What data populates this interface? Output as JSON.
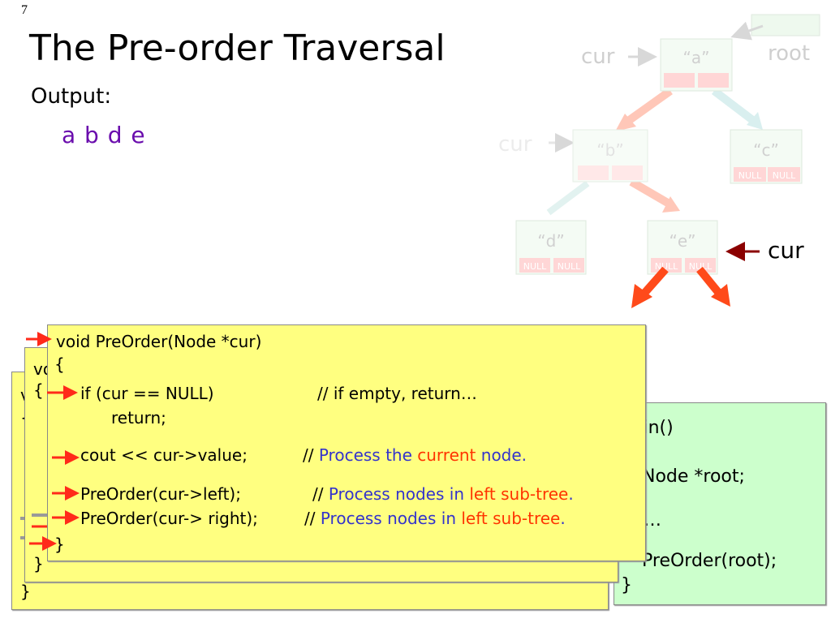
{
  "slide_number": "7",
  "title": "The Pre-order Traversal",
  "output_label": "Output:",
  "output_value": "a b d e",
  "tree": {
    "root_label": "root",
    "cur_label": "cur",
    "null_label": "NULL",
    "nodes": {
      "a": "“a”",
      "b": "“b”",
      "c": "“c”",
      "d": "“d”",
      "e": "“e”"
    }
  },
  "main_box": {
    "lines": [
      "ain()",
      "Node *root;",
      "…",
      "PreOrder(root);",
      "}"
    ]
  },
  "back_frames": {
    "frame2": {
      "line1": "v",
      "line2": "{",
      "line3": "}",
      "line4": "}"
    },
    "frame1": {
      "line1": "vo",
      "line2": "{",
      "line3": "}"
    }
  },
  "code": {
    "line1": "void PreOrder(Node *cur)",
    "line2": "{",
    "line3_code": "if (cur == NULL)",
    "line3_comment": "// if empty, return…",
    "line4": "return;",
    "line5_code": "cout << cur->value;",
    "line5_c1": "// ",
    "line5_c2": "Process the ",
    "line5_c3": "current",
    "line5_c4": " node.",
    "line6_code": "PreOrder(cur->left);",
    "line6_c1": "// ",
    "line6_c2": "Process nodes in ",
    "line6_c3": "left sub-tree",
    "line6_c4": ".",
    "line7_code": "PreOrder(cur-> right);",
    "line7_c1": "// ",
    "line7_c2": "Process nodes in ",
    "line7_c3": "left sub-tree",
    "line7_c4": ".",
    "line8": "}"
  },
  "colors": {
    "comment_blue": "#3333cc",
    "comment_red": "#ff3300",
    "output_purple": "#6a0dad",
    "arrow_red": "#ff2a1a",
    "code_bg": "#ffff80",
    "main_bg": "#ccffcc"
  }
}
